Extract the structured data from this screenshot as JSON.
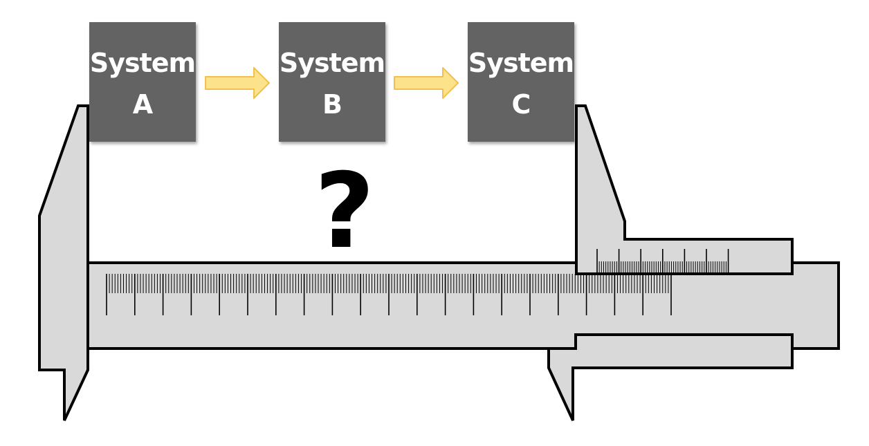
{
  "systems": [
    {
      "line1": "System",
      "line2": "A"
    },
    {
      "line1": "System",
      "line2": "B"
    },
    {
      "line1": "System",
      "line2": "C"
    }
  ],
  "question_mark": "?",
  "colors": {
    "system_box": "#636363",
    "system_text": "#ffffff",
    "arrow_fill": "#fce28a",
    "arrow_stroke": "#f2c04f",
    "caliper_fill": "#d9d9d9",
    "caliper_stroke": "#000000"
  }
}
